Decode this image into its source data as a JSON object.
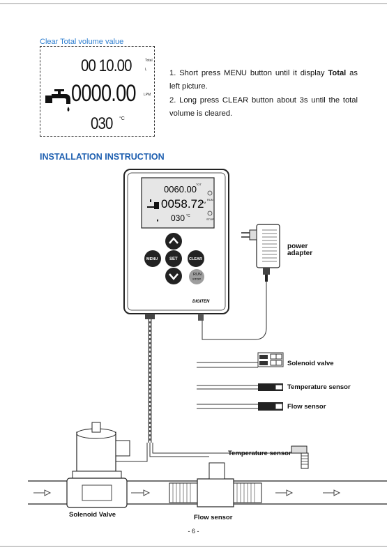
{
  "clear_section": {
    "caption": "Clear Total volume value",
    "lcd": {
      "total_value": "00 10.00",
      "total_unit": "Total",
      "total_sub": "L",
      "rate_value": "0000.00",
      "rate_unit": "LPM",
      "temp_value": "030",
      "temp_unit": "°C"
    },
    "steps": [
      {
        "text": "1. Short press MENU button until it display ",
        "bold": "Total",
        "tail": " as left picture."
      },
      {
        "text": "2. Long press CLEAR button about 3s until the total volume is cleared.",
        "bold": "",
        "tail": ""
      }
    ]
  },
  "install_section": {
    "heading": "INSTALLATION  INSTRUCTION",
    "device": {
      "lcd_total": "0060.00",
      "lcd_total_unit": "TOT",
      "lcd_rate": "0058.72",
      "lcd_rate_unit": "LPM",
      "lcd_temp": "030",
      "lcd_temp_unit": "°C",
      "run_label": "RUN",
      "stop_label": "STOP",
      "buttons": {
        "menu": "MENU",
        "set": "SET",
        "clear": "CLEAR",
        "run_stop_1": "RUN",
        "run_stop_2": "STOP"
      },
      "brand": "DIGITEN"
    },
    "labels": {
      "power_adapter_1": "power",
      "power_adapter_2": "adapter",
      "solenoid_valve": "Solenoid valve",
      "temperature_sensor": "Temperature sensor",
      "flow_sensor": "Flow sensor",
      "temperature_sensor_pipe": "Temperature  sensor",
      "solenoid_valve_pipe": "Solenoid Valve",
      "flow_sensor_pipe": "Flow  sensor"
    }
  },
  "page_number": "- 6 -"
}
